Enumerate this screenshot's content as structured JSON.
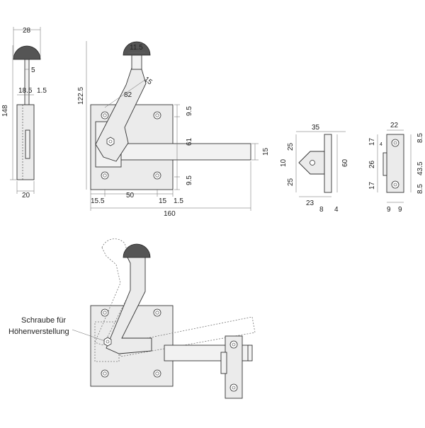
{
  "annotation": {
    "line1": "Schraube für",
    "line2": "Höhenverstellung"
  },
  "dims": {
    "side": {
      "top": "28",
      "stem": "5",
      "mid": "18.5",
      "mid_small": "1.5",
      "height": "148",
      "bottom": "20"
    },
    "front": {
      "knob": "11.5",
      "arm_w": "15",
      "arm_len": "82",
      "height": "122.5",
      "right_top": "9.5",
      "right_mid": "61",
      "right_bot": "9.5",
      "bolt": "15",
      "b1": "15.5",
      "b2": "50",
      "b3": "15",
      "b4": "1.5",
      "total": "160"
    },
    "catch": {
      "top": "35",
      "l1": "25",
      "l2": "10",
      "l3": "25",
      "right": "60",
      "b1": "23",
      "b2": "8",
      "b3": "4"
    },
    "plate": {
      "top": "22",
      "l1": "17",
      "l2": "26",
      "l3": "17",
      "small": "4",
      "r1": "8.5",
      "r2": "43.5",
      "r3": "8.5",
      "b1": "9",
      "b2": "9"
    }
  }
}
